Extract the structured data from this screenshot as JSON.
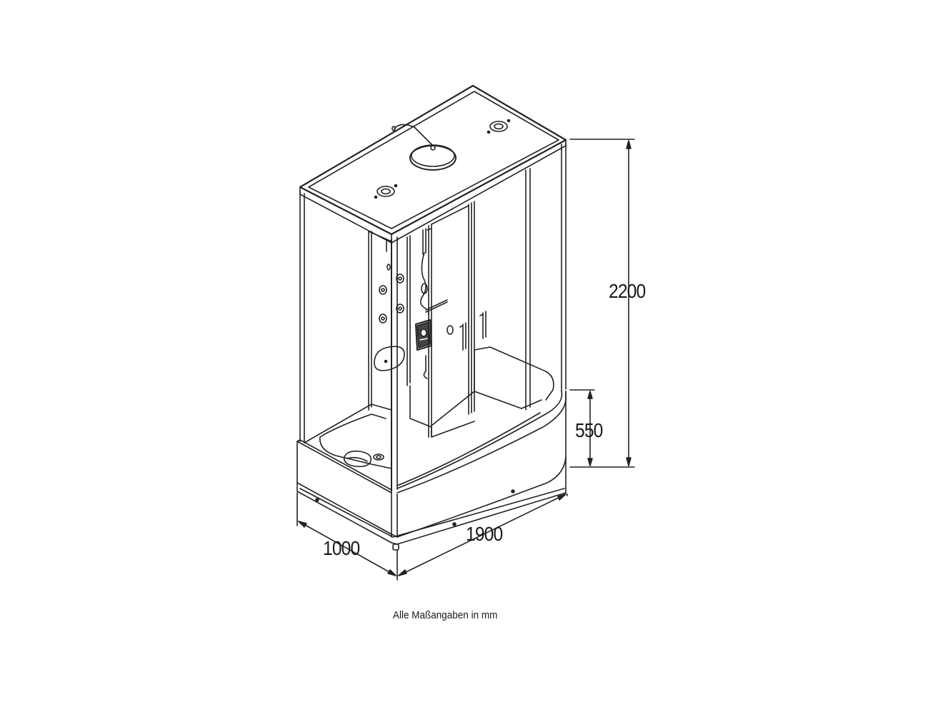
{
  "dimensions": {
    "height_total": "2200",
    "height_tub": "550",
    "length": "1900",
    "depth": "1000"
  },
  "caption": "Alle Maßangaben in mm",
  "colors": {
    "line": "#222222",
    "background": "#ffffff"
  }
}
